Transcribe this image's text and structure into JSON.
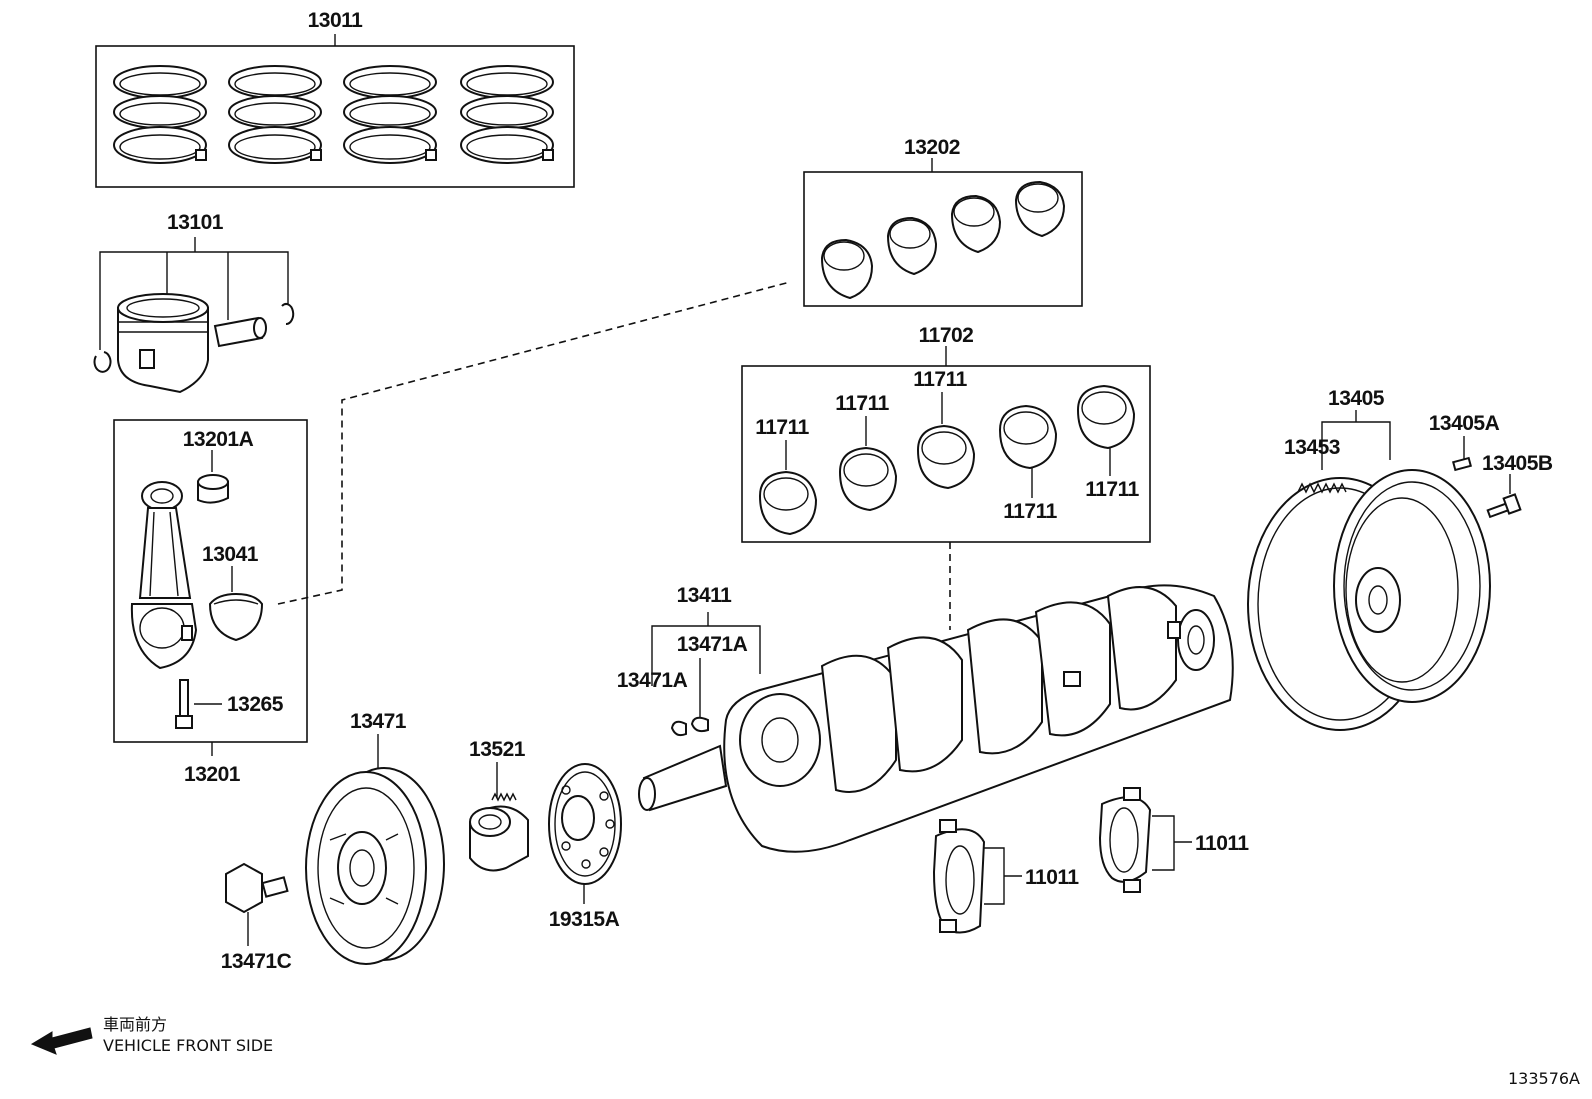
{
  "diagram_id": "133576A",
  "direction_note": {
    "japanese": "車両前方",
    "english": "VEHICLE FRONT SIDE"
  },
  "part_labels": {
    "p13011": "13011",
    "p13101": "13101",
    "p13202": "13202",
    "p11702": "11702",
    "p11711_a": "11711",
    "p11711_b": "11711",
    "p11711_c": "11711",
    "p11711_d": "11711",
    "p11711_e": "11711",
    "p13201A": "13201A",
    "p13041": "13041",
    "p13265": "13265",
    "p13201": "13201",
    "p13405": "13405",
    "p13405A": "13405A",
    "p13453": "13453",
    "p13405B": "13405B",
    "p13411": "13411",
    "p13471A_a": "13471A",
    "p13471A_b": "13471A",
    "p13471": "13471",
    "p13521": "13521",
    "p19315A": "19315A",
    "p13471C": "13471C",
    "p11011_a": "11011",
    "p11011_b": "11011"
  }
}
